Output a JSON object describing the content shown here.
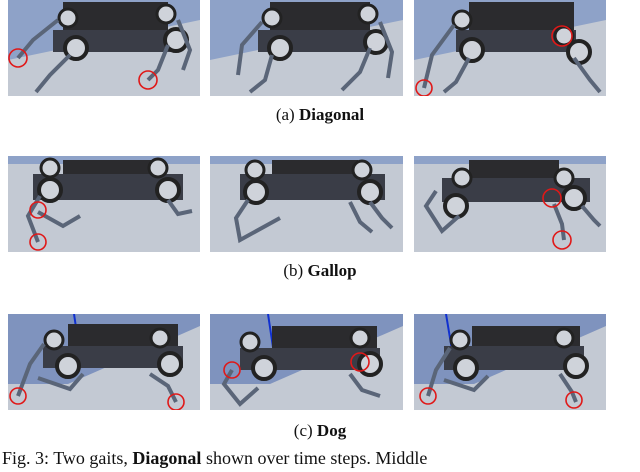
{
  "subfigures": [
    {
      "label": "(a)",
      "name": "Diagonal"
    },
    {
      "label": "(b)",
      "name": "Gallop"
    },
    {
      "label": "(c)",
      "name": "Dog"
    }
  ],
  "figure_caption": {
    "prefix": "Fig. 3:  Two gaits,",
    "bold": "Diagonal",
    "suffix": " shown over time steps. Middle"
  },
  "colors": {
    "sky": "#8fa4cc",
    "floor": "#c9ced6",
    "body": "#2a2a2c",
    "leg": "#5a6578",
    "marker": "#e01818",
    "pole": "#1030d0"
  }
}
